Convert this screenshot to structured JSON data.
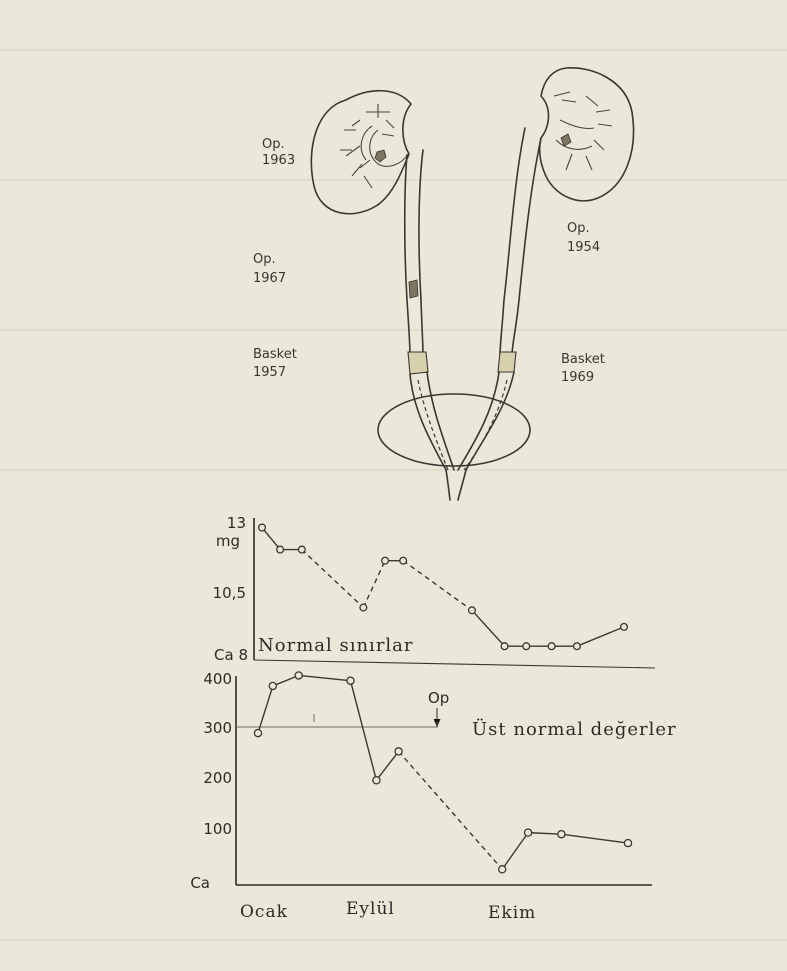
{
  "annotations": {
    "left_top": {
      "line1": "Op.",
      "line2": "1963"
    },
    "left_mid": {
      "line1": "Op.",
      "line2": "1967"
    },
    "left_basket": {
      "line1": "Basket",
      "line2": "1957"
    },
    "right_top": {
      "line1": "Op.",
      "line2": "1954"
    },
    "right_basket": {
      "line1": "Basket",
      "line2": "1969"
    }
  },
  "colors": {
    "ink": "#2e2b27",
    "paper": "#ebe8d9",
    "basket_fill": "#d7d0ad"
  },
  "chart_data": [
    {
      "type": "line",
      "ylabel_top": "13",
      "ylabel_unit": "mg",
      "ylabel_bottom": "Ca 8",
      "ylim": [
        8,
        13
      ],
      "yticks": [
        {
          "value": 13,
          "label": ""
        },
        {
          "value": 10.5,
          "label": "10,5"
        }
      ],
      "reference_lines": [
        {
          "value": 8,
          "label": "Normal sınırlar"
        }
      ],
      "points": [
        {
          "t": 0.0,
          "y": 12.8
        },
        {
          "t": 0.05,
          "y": 12.0
        },
        {
          "t": 0.11,
          "y": 12.0
        },
        {
          "t": 0.28,
          "y": 9.9
        },
        {
          "t": 0.34,
          "y": 11.6
        },
        {
          "t": 0.39,
          "y": 11.6
        },
        {
          "t": 0.58,
          "y": 9.8
        },
        {
          "t": 0.67,
          "y": 8.5
        },
        {
          "t": 0.73,
          "y": 8.5
        },
        {
          "t": 0.8,
          "y": 8.5
        },
        {
          "t": 0.87,
          "y": 8.5
        },
        {
          "t": 1.0,
          "y": 9.2
        }
      ],
      "segment_styles": [
        "solid",
        "solid",
        "dashed",
        "dashed",
        "solid",
        "dashed",
        "solid",
        "solid",
        "solid",
        "solid",
        "solid"
      ]
    },
    {
      "type": "line",
      "ylabel_bottom": "Ca",
      "ylim": [
        0,
        420
      ],
      "yticks": [
        {
          "value": 400,
          "label": "400"
        },
        {
          "value": 300,
          "label": "300"
        },
        {
          "value": 200,
          "label": "200"
        },
        {
          "value": 100,
          "label": "100"
        }
      ],
      "reference_lines": [
        {
          "value": 300,
          "label": "Üst normal değerler"
        }
      ],
      "marker_label": "Op",
      "points": [
        {
          "t": 0.0,
          "y": 290
        },
        {
          "t": 0.04,
          "y": 380
        },
        {
          "t": 0.11,
          "y": 400
        },
        {
          "t": 0.25,
          "y": 390
        },
        {
          "t": 0.32,
          "y": 200
        },
        {
          "t": 0.38,
          "y": 255
        },
        {
          "t": 0.66,
          "y": 30
        },
        {
          "t": 0.73,
          "y": 100
        },
        {
          "t": 0.82,
          "y": 97
        },
        {
          "t": 1.0,
          "y": 80
        }
      ],
      "segment_styles": [
        "solid",
        "solid",
        "solid",
        "solid",
        "solid",
        "dashed",
        "solid",
        "solid",
        "solid"
      ],
      "months": [
        "Ocak",
        "Eylül",
        "Ekim"
      ]
    }
  ]
}
